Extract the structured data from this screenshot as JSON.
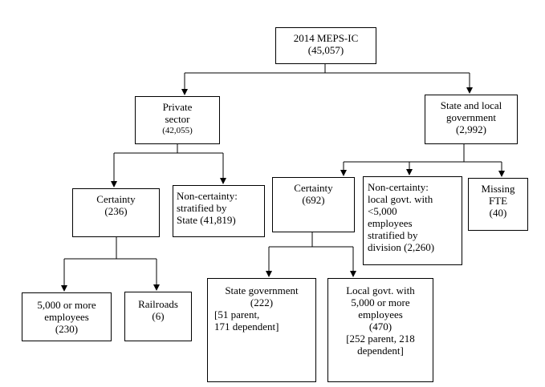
{
  "nodes": {
    "root": {
      "title": "2014 MEPS-IC",
      "count": "(45,057)"
    },
    "private": {
      "line1": "Private",
      "line2": "sector",
      "count": "(42,055)"
    },
    "state_local": {
      "line1": "State and local",
      "line2": "government",
      "count": "(2,992)"
    },
    "priv_certainty": {
      "line1": "Certainty",
      "count": "(236)"
    },
    "priv_noncertainty": {
      "line1": "Non-certainty:",
      "line2": "stratified by",
      "line3": "State (41,819)"
    },
    "sl_certainty": {
      "line1": "Certainty",
      "count": "(692)"
    },
    "sl_noncertainty": {
      "line1": "Non-certainty:",
      "line2": "local govt. with",
      "line3": "<5,000",
      "line4": "employees",
      "line5": "stratified by",
      "line6": "division (2,260)"
    },
    "missing_fte": {
      "line1": "Missing",
      "line2": "FTE",
      "count": "(40)"
    },
    "large_employers": {
      "line1": "5,000 or more",
      "line2": "employees",
      "count": "(230)"
    },
    "railroads": {
      "line1": "Railroads",
      "count": "(6)"
    },
    "state_govt": {
      "line1": "State government",
      "count": "(222)",
      "line3": "[51 parent,",
      "line4": "171 dependent]"
    },
    "local_govt": {
      "line1": "Local govt. with",
      "line2": "5,000 or more",
      "line3": "employees",
      "count": "(470)",
      "line5": "[252 parent, 218",
      "line6": "dependent]"
    }
  }
}
